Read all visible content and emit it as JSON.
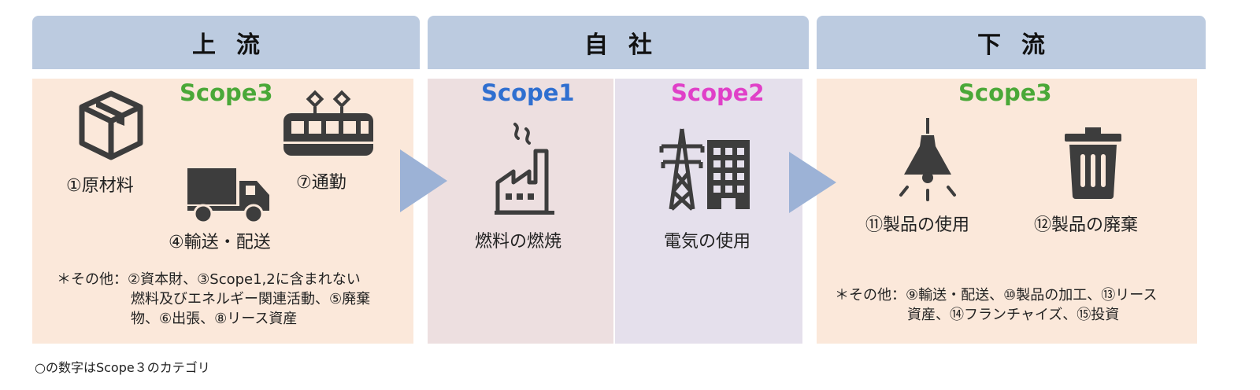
{
  "headers": {
    "upstream": "上流",
    "company": "自社",
    "downstream": "下流"
  },
  "upstream": {
    "scope": "Scope3",
    "items": {
      "raw_materials": "①原材料",
      "commute": "⑦通勤",
      "transport": "④輸送・配送"
    },
    "note_lines": [
      "＊その他：②資本財、③Scope1,2に含まれない",
      "燃料及びエネルギー関連活動、⑤廃棄",
      "物、⑥出張、⑧リース資産"
    ]
  },
  "company": {
    "scope1": {
      "label": "Scope1",
      "item": "燃料の燃焼"
    },
    "scope2": {
      "label": "Scope2",
      "item": "電気の使用"
    }
  },
  "downstream": {
    "scope": "Scope3",
    "items": {
      "product_use": "⑪製品の使用",
      "product_disposal": "⑫製品の廃棄"
    },
    "note_lines": [
      "＊その他：⑨輸送・配送、⑩製品の加工、⑬リース",
      "資産、⑭フランチャイズ、⑮投資"
    ]
  },
  "caption": "○の数字はScope３のカテゴリ",
  "colors": {
    "header_bg": "#bccbe0",
    "panel_upstream": "#fbe8da",
    "panel_scope1": "#eddfe0",
    "panel_scope2": "#e5e0ec",
    "scope3": "#4aa838",
    "scope1": "#2f6fd0",
    "scope2": "#e040c8",
    "arrow": "#9cb2d6",
    "icon": "#3d3d3d"
  }
}
